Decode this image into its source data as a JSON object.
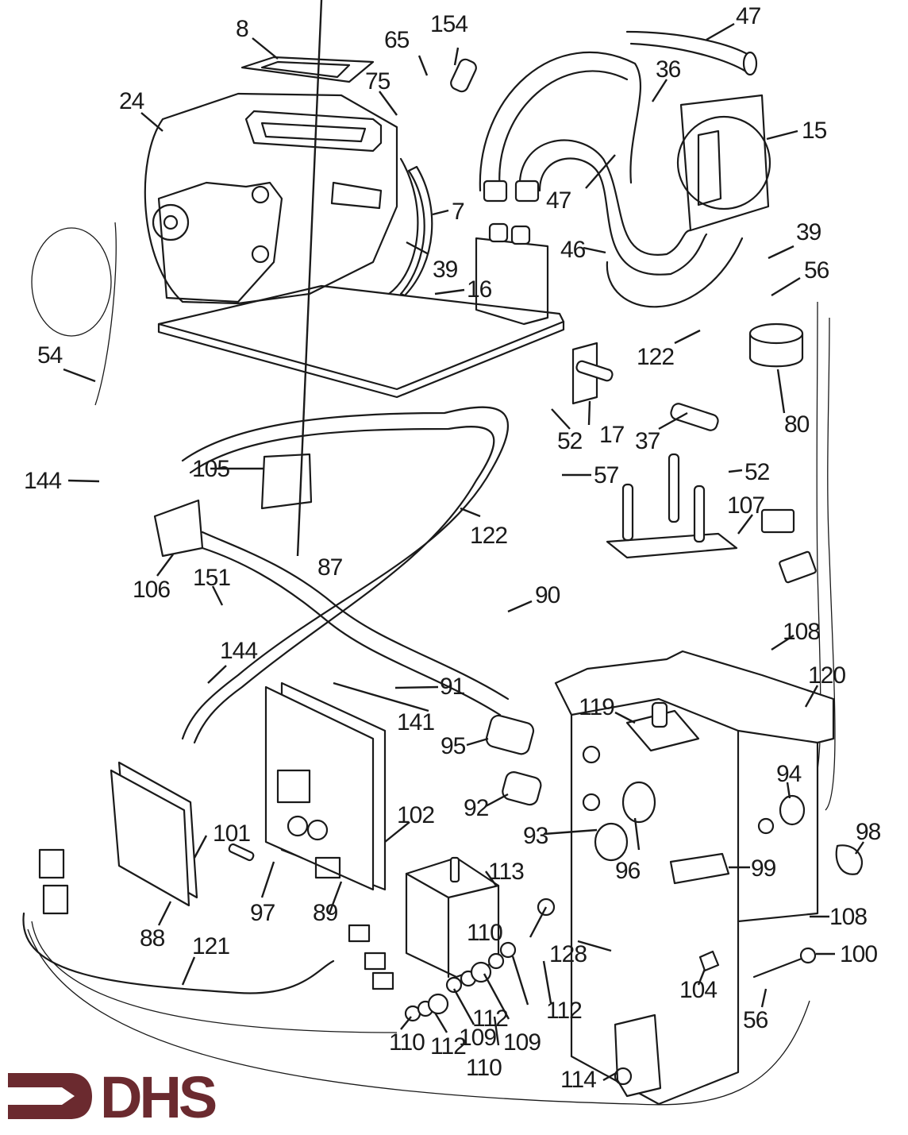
{
  "diagram": {
    "type": "exploded-parts-diagram",
    "callouts": [
      {
        "id": "8",
        "label": "8"
      },
      {
        "id": "65",
        "label": "65"
      },
      {
        "id": "154",
        "label": "154"
      },
      {
        "id": "47a",
        "label": "47"
      },
      {
        "id": "24",
        "label": "24"
      },
      {
        "id": "75",
        "label": "75"
      },
      {
        "id": "36",
        "label": "36"
      },
      {
        "id": "15",
        "label": "15"
      },
      {
        "id": "47b",
        "label": "47"
      },
      {
        "id": "7",
        "label": "7"
      },
      {
        "id": "39a",
        "label": "39"
      },
      {
        "id": "46",
        "label": "46"
      },
      {
        "id": "39b",
        "label": "39"
      },
      {
        "id": "16",
        "label": "16"
      },
      {
        "id": "56a",
        "label": "56"
      },
      {
        "id": "54",
        "label": "54"
      },
      {
        "id": "122a",
        "label": "122"
      },
      {
        "id": "80",
        "label": "80"
      },
      {
        "id": "52a",
        "label": "52"
      },
      {
        "id": "17",
        "label": "17"
      },
      {
        "id": "37",
        "label": "37"
      },
      {
        "id": "105",
        "label": "105"
      },
      {
        "id": "144a",
        "label": "144"
      },
      {
        "id": "57",
        "label": "57"
      },
      {
        "id": "52b",
        "label": "52"
      },
      {
        "id": "122b",
        "label": "122"
      },
      {
        "id": "107",
        "label": "107"
      },
      {
        "id": "87",
        "label": "87"
      },
      {
        "id": "106",
        "label": "106"
      },
      {
        "id": "151",
        "label": "151"
      },
      {
        "id": "90",
        "label": "90"
      },
      {
        "id": "108a",
        "label": "108"
      },
      {
        "id": "144b",
        "label": "144"
      },
      {
        "id": "120",
        "label": "120"
      },
      {
        "id": "91",
        "label": "91"
      },
      {
        "id": "141",
        "label": "141"
      },
      {
        "id": "119",
        "label": "119"
      },
      {
        "id": "95",
        "label": "95"
      },
      {
        "id": "94",
        "label": "94"
      },
      {
        "id": "102",
        "label": "102"
      },
      {
        "id": "92",
        "label": "92"
      },
      {
        "id": "101",
        "label": "101"
      },
      {
        "id": "93",
        "label": "93"
      },
      {
        "id": "98",
        "label": "98"
      },
      {
        "id": "96",
        "label": "96"
      },
      {
        "id": "99",
        "label": "99"
      },
      {
        "id": "113",
        "label": "113"
      },
      {
        "id": "97",
        "label": "97"
      },
      {
        "id": "88",
        "label": "88"
      },
      {
        "id": "89",
        "label": "89"
      },
      {
        "id": "108b",
        "label": "108"
      },
      {
        "id": "121",
        "label": "121"
      },
      {
        "id": "110a",
        "label": "110"
      },
      {
        "id": "128",
        "label": "128"
      },
      {
        "id": "100",
        "label": "100"
      },
      {
        "id": "112a",
        "label": "112"
      },
      {
        "id": "104",
        "label": "104"
      },
      {
        "id": "109a",
        "label": "109"
      },
      {
        "id": "112b",
        "label": "112"
      },
      {
        "id": "56b",
        "label": "56"
      },
      {
        "id": "110b",
        "label": "110"
      },
      {
        "id": "112c",
        "label": "112"
      },
      {
        "id": "109b",
        "label": "109"
      },
      {
        "id": "110c",
        "label": "110"
      },
      {
        "id": "114",
        "label": "114"
      }
    ]
  },
  "logo": {
    "text": "DHS",
    "color": "#6b2a2f"
  }
}
